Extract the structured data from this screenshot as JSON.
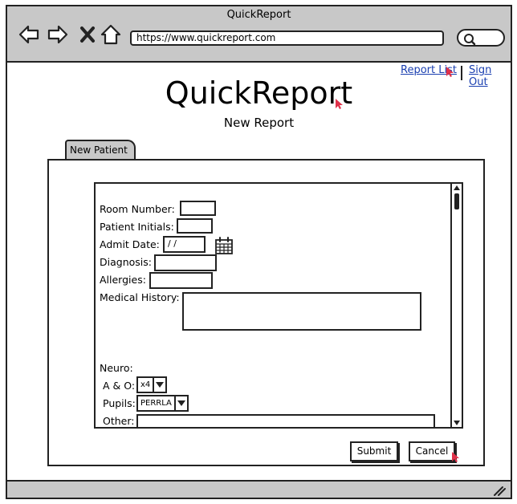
{
  "window": {
    "title": "QuickReport"
  },
  "browser": {
    "url": "https://www.quickreport.com",
    "icons": [
      "back-arrow-icon",
      "forward-arrow-icon",
      "close-x-icon",
      "home-icon",
      "search-icon"
    ]
  },
  "header": {
    "links": {
      "report_list": "Report List",
      "sign_out": "Sign Out"
    },
    "app_title": "QuickReport",
    "subtitle": "New Report"
  },
  "tabs": [
    {
      "label": "New Patient",
      "selected": true
    }
  ],
  "form": {
    "room_number": {
      "label": "Room Number:",
      "value": ""
    },
    "patient_initials": {
      "label": "Patient Initials:",
      "value": ""
    },
    "admit_date": {
      "label": "Admit Date:",
      "value": " / /",
      "icon": "calendar-icon"
    },
    "diagnosis": {
      "label": "Diagnosis:",
      "value": ""
    },
    "allergies": {
      "label": "Allergies:",
      "value": ""
    },
    "medical_history": {
      "label": "Medical History:",
      "value": ""
    },
    "neuro": {
      "heading": "Neuro:",
      "a_and_o": {
        "label": "A & O:",
        "value": "x4"
      },
      "pupils": {
        "label": "Pupils:",
        "value": "PERRLA"
      },
      "other": {
        "label": "Other:",
        "value": ""
      }
    }
  },
  "actions": {
    "submit": "Submit",
    "cancel": "Cancel"
  },
  "colors": {
    "chrome": "#c8c8c8",
    "link": "#1a3fb0",
    "cursor_accent": "#e0314a",
    "stroke": "#222222"
  }
}
